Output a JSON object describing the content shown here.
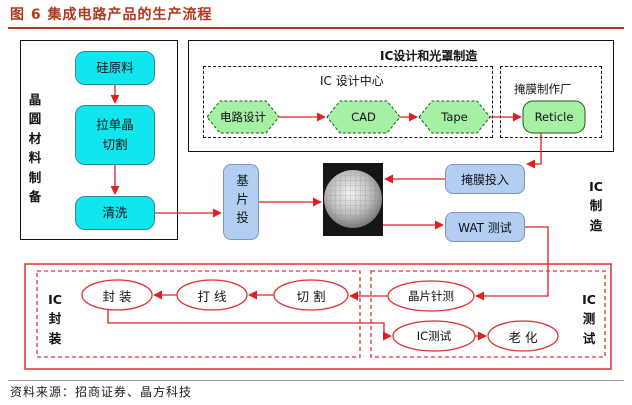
{
  "title": "图 6 集成电路产品的生产流程",
  "source": "资料来源：招商证券、晶方科技",
  "wafer_material": {
    "label": "晶圆材料制备",
    "steps": [
      "硅原料",
      "拉单晶\n切割",
      "清洗"
    ]
  },
  "ic_design_mask": {
    "label": "IC设计和光罩制造",
    "design_center": {
      "label": "IC 设计中心",
      "steps": [
        "电路设计",
        "CAD",
        "Tape"
      ]
    },
    "mask_factory": {
      "label": "掩膜制作厂",
      "step": "Reticle"
    }
  },
  "ic_fab": {
    "label": "IC制造",
    "substrate_input": "基片投",
    "mask_input": "掩膜投入",
    "wat_test": "WAT 测试"
  },
  "ic_package": {
    "label": "IC封装",
    "steps": [
      "封 装",
      "打 线",
      "切 割"
    ]
  },
  "ic_test": {
    "label": "IC测试",
    "steps": [
      "晶片针测",
      "IC测试",
      "老 化"
    ]
  },
  "colors": {
    "accent": "#b0381e",
    "cyan_box": "#11e6ee",
    "blue_box": "#b3cef0",
    "green_shape": "#a6f0a6",
    "arrow": "#e02020"
  }
}
